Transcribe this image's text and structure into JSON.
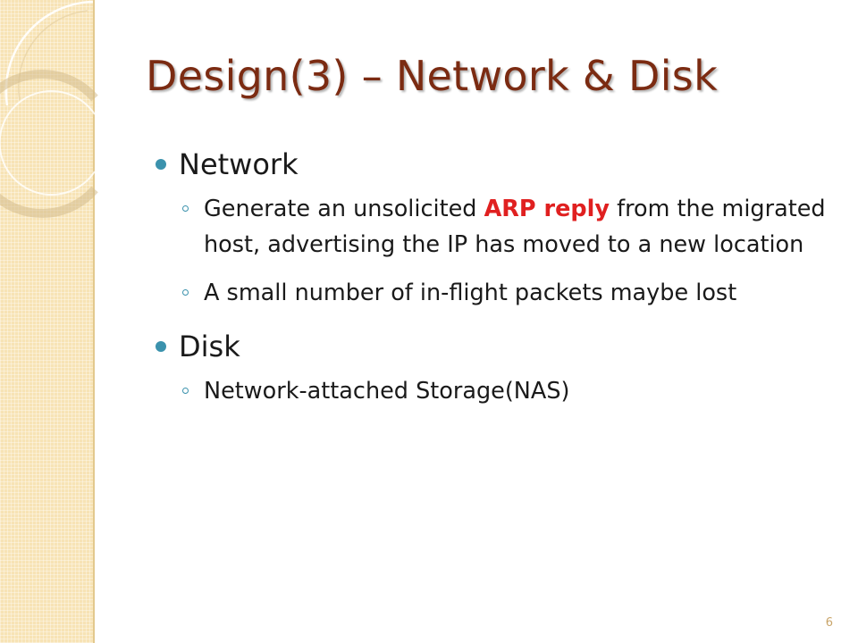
{
  "slide": {
    "title": "Design(3) – Network & Disk",
    "page_number": "6",
    "accent_colors": {
      "title": "#7b2b12",
      "bullet": "#3b92ad",
      "highlight": "#e02020",
      "side_band": "#f7e3b5"
    },
    "sections": [
      {
        "heading": "Network",
        "items": [
          {
            "before": "Generate an unsolicited ",
            "highlight": "ARP reply",
            "after": " from the migrated host, advertising the IP has moved to a new location"
          },
          {
            "text": "A small number of in-flight packets maybe lost"
          }
        ]
      },
      {
        "heading": "Disk",
        "items": [
          {
            "text": "Network-attached Storage(NAS)"
          }
        ]
      }
    ]
  }
}
